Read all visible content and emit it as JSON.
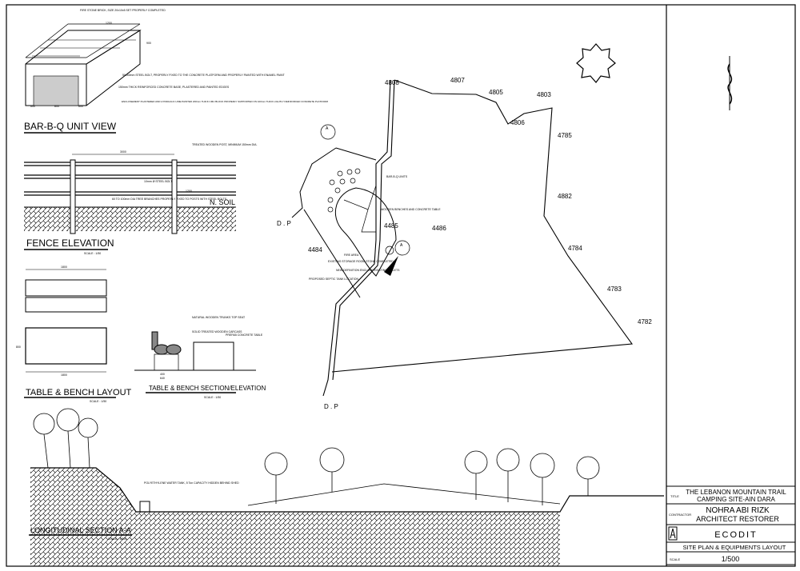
{
  "title_block": {
    "title_label": "TITLE",
    "title_line1": "THE LEBANON MOUNTAIN TRAIL",
    "title_line2": "CAMPING SITE-AIN DARA",
    "contractor_label": "CONTRACTOR",
    "contractor_line1": "NOHRA ABI RIZK",
    "contractor_line2": "ARCHITECT RESTORER",
    "client": "ECODIT",
    "drawing_name": "SITE PLAN & EQUIPMENTS LAYOUT",
    "scale_label": "SCALE",
    "scale": "1/500"
  },
  "details": {
    "bbq": {
      "title": "BAR-B-Q UNIT VIEW",
      "note1": "FIRE STONE BRICK, SIZE 20x10x5 SET PROPERLY COMPLETED",
      "note2": "50x50mm STEEL BOLT, PROPERLY FIXED TO THE CONCRETE PLATFORM AND PROPERLY PAINTED WITH ENAMEL PAINT",
      "note3": "150mm THICK REINFORCED CONCRETE BASE, PLASTERED AND PAINTED EDGES",
      "note4": "ENCLOSEMENT PLASTERED AND HYDRAULIC LIME PAINTED 200mm THICK CMU BLOCK PROPERLY SUPPORTED ON 100mm THICK LIGHTLY REINFORCED CONCRETE PLATFORM",
      "dims": [
        "600",
        "800",
        "600",
        "1200",
        "900"
      ]
    },
    "fence": {
      "title": "FENCE ELEVATION",
      "scale": "SCALE : 1/50",
      "soil": "N. SOIL",
      "note1": "TREATED WOODEN POST, MINIMUM 150mm DIA.",
      "note2": "10mm Ø STEEL BOLT",
      "note3": "60 TO 100mm DIA TREE BRANCHES PROPERLY FIXED TO POSTS WITH STEEL BOLTS",
      "span": "3000",
      "height": "1200"
    },
    "table_layout": {
      "title": "TABLE & BENCH LAYOUT",
      "scale": "SCALE : 1/50",
      "length": "1800",
      "width": "800"
    },
    "table_section": {
      "title": "TABLE & BENCH SECTION/ELEVATION",
      "scale": "SCALE : 1/50",
      "note1": "NATURAL WOODEN TRUNKS TOP SEAT",
      "note2": "SOLID TREATED WOODEN CARCASS",
      "note3": "PREFAB CONCRETE TABLE",
      "dim1": "400",
      "dim2": "640"
    },
    "section": {
      "title": "LONGITUDINAL SECTION A-A",
      "scale": "SCALE : 1/500",
      "note": "POLYETHYLENE WATER TANK, 5 Ton CAPACITY HIDDEN BEHIND SHED"
    }
  },
  "site_plan": {
    "lots": [
      "4808",
      "4807",
      "4805",
      "4803",
      "4806",
      "4785",
      "4882",
      "4486",
      "4485",
      "4484",
      "4784",
      "4783",
      "4782"
    ],
    "dp_label": "D . P",
    "section_marker": "A",
    "notes": [
      "BAR-B-Q UNITS",
      "WOODEN BENCHES AND CONCRETE TABLE",
      "FIRE AREA",
      "EXISTING STORAGE ROOM STONE COMPLETED",
      "NEW DEFINITION ENCLOSE EXISTING TOILETS",
      "PROPOSED SEPTIC TANK LOCATION"
    ]
  }
}
